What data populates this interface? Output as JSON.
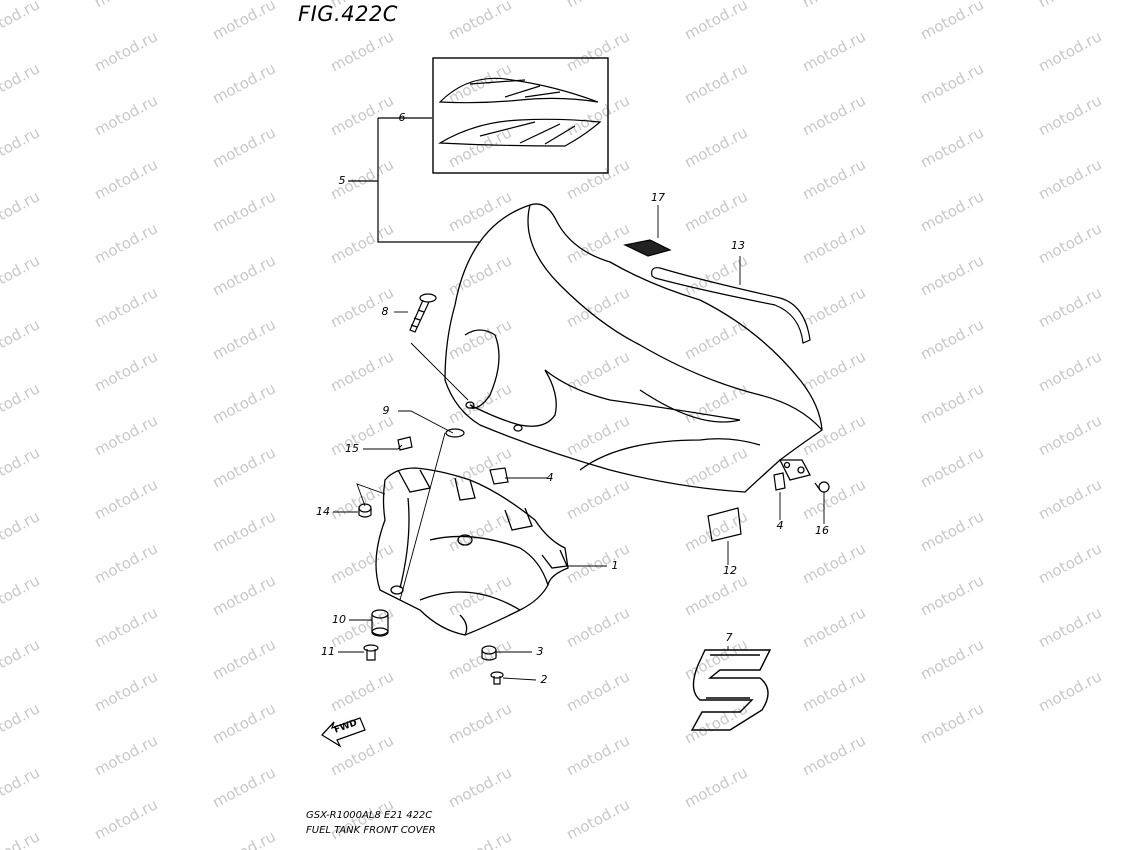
{
  "figure": {
    "title": "FIG.422C",
    "footer_model": "GSX-R1000AL8  E21  422C",
    "footer_name": "FUEL TANK FRONT COVER",
    "watermark": "motod.ru",
    "fwd_label": "FWD"
  },
  "callouts": {
    "c1": "1",
    "c2": "2",
    "c3": "3",
    "c4a": "4",
    "c4b": "4",
    "c5": "5",
    "c6": "6",
    "c7": "7",
    "c8": "8",
    "c9": "9",
    "c10": "10",
    "c11": "11",
    "c12": "12",
    "c13": "13",
    "c14": "14",
    "c15": "15",
    "c16": "16",
    "c17": "17"
  },
  "colors": {
    "line": "#000000",
    "watermark": "#c8c8c8",
    "background": "#ffffff"
  }
}
